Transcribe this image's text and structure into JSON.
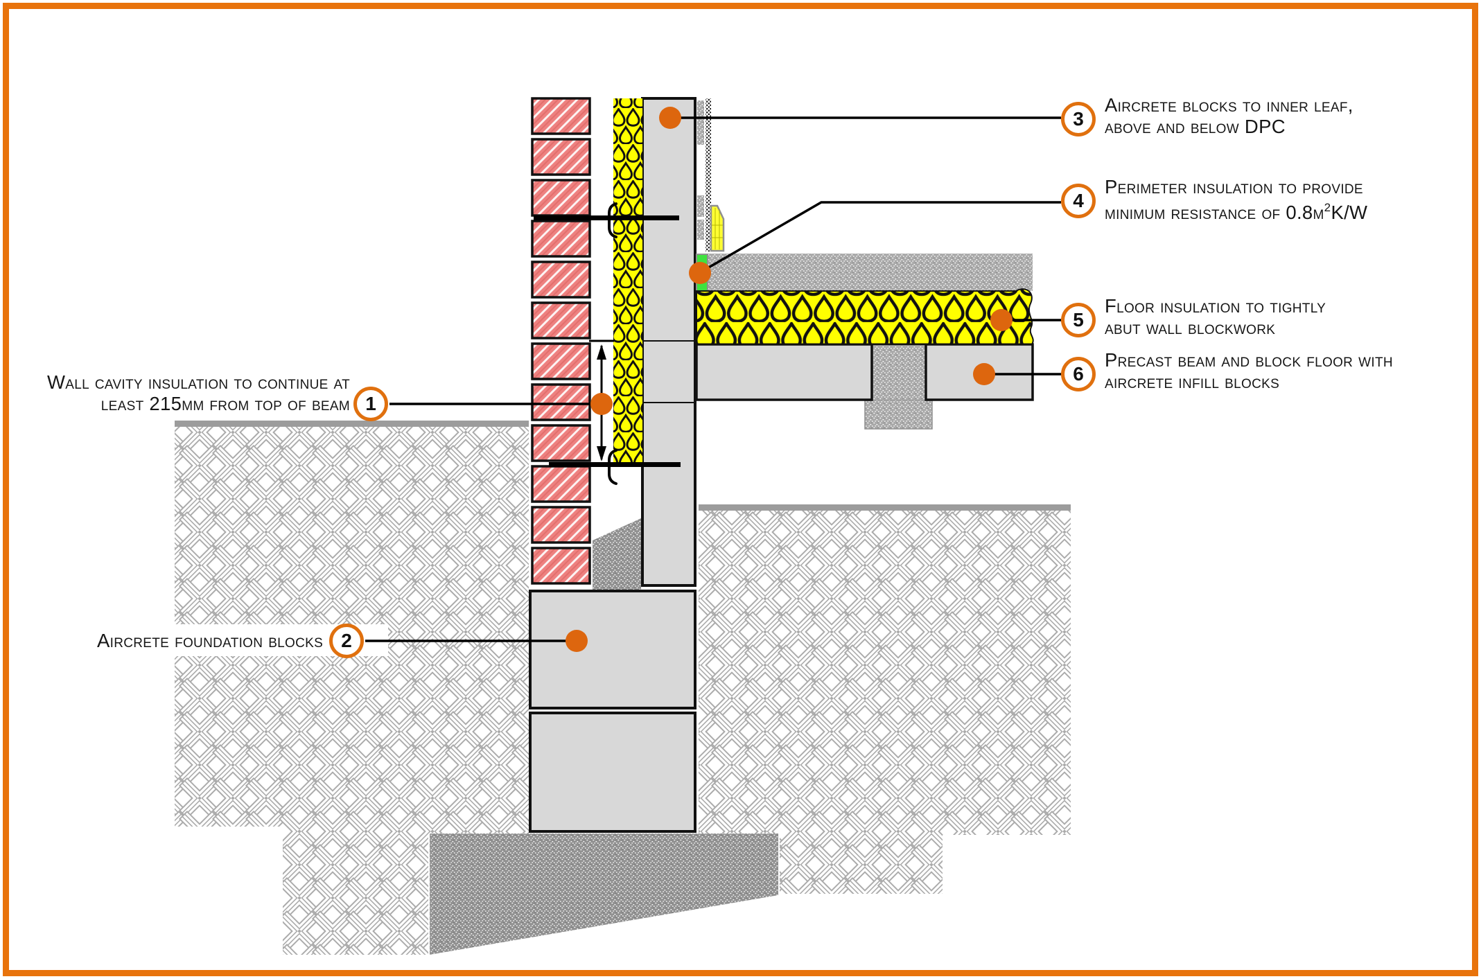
{
  "diagram": {
    "kind": "construction wall-floor junction detail",
    "colors": {
      "accent_orange": "#e8730c",
      "callout_dot_orange": "#dd660e",
      "brick_pink": "#ee8180",
      "insulation_yellow": "#ffff00",
      "block_grey": "#d8d8d8",
      "perimeter_green": "#3fe23f",
      "ground_hatch_grey": "#ababab",
      "text": "#161616"
    },
    "callouts": [
      {
        "number": "1",
        "lines": [
          "Wall cavity insulation to continue at",
          "least 215mm from top of beam"
        ]
      },
      {
        "number": "2",
        "lines": [
          "Aircrete foundation blocks"
        ]
      },
      {
        "number": "3",
        "lines": [
          "Aircrete blocks to inner leaf,",
          "above and below DPC"
        ]
      },
      {
        "number": "4",
        "lines": [
          "Perimeter insulation to provide",
          "minimum resistance of 0.8m"
        ],
        "sup": "2",
        "suffix": "K/W"
      },
      {
        "number": "5",
        "lines": [
          "Floor insulation to tightly",
          "abut wall blockwork"
        ]
      },
      {
        "number": "6",
        "lines": [
          "Precast beam and block floor with",
          "aircrete infill blocks"
        ]
      }
    ]
  }
}
